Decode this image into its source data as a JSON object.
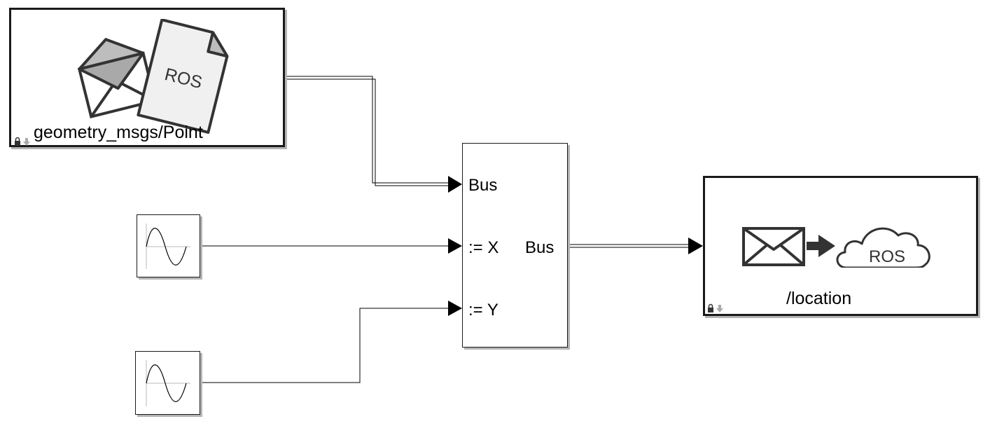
{
  "diagram": {
    "blank_message_block": {
      "message_type": "geometry_msgs/Point",
      "icon_text": "ROS"
    },
    "bus_assignment_block": {
      "inputs": [
        "Bus",
        ":= X",
        ":= Y"
      ],
      "output": "Bus"
    },
    "publish_block": {
      "topic": "/location",
      "icon_text": "ROS"
    },
    "sine_wave_blocks": 2,
    "colors": {
      "line": "#000000",
      "block_border": "#1a1a1a",
      "block_shadow": "#b5b5b5",
      "icon_gray": "#bdbdbd",
      "icon_fill": "#f0f0f0"
    }
  }
}
